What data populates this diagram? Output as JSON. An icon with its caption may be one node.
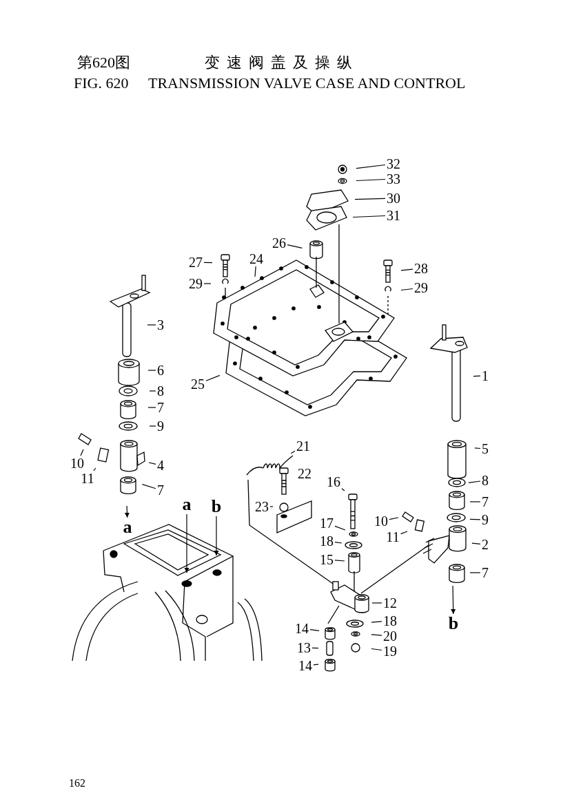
{
  "diagram": {
    "nodes": [
      {
        "text": [
          "32"
        ]
      },
      {
        "text": [
          "33"
        ]
      },
      {
        "text": [
          "30"
        ]
      },
      {
        "text": [
          "31"
        ]
      },
      {
        "text": [
          "26"
        ]
      },
      {
        "text": [
          "24"
        ]
      },
      {
        "text": [
          "27"
        ]
      },
      {
        "text": [
          "28"
        ]
      },
      {
        "text": [
          "29"
        ]
      },
      {
        "text": [
          "29"
        ]
      },
      {
        "text": [
          "3"
        ]
      },
      {
        "text": [
          "6"
        ]
      },
      {
        "text": [
          "8"
        ]
      },
      {
        "text": [
          "7"
        ]
      },
      {
        "text": [
          "1"
        ]
      },
      {
        "text": [
          "25"
        ]
      },
      {
        "text": [
          "9"
        ]
      },
      {
        "text": [
          "21"
        ]
      },
      {
        "text": [
          "5"
        ]
      },
      {
        "text": [
          "10"
        ]
      },
      {
        "text": [
          "4"
        ]
      },
      {
        "text": [
          "22"
        ]
      },
      {
        "text": [
          "11"
        ]
      },
      {
        "text": [
          "8"
        ]
      },
      {
        "text": [
          "16"
        ]
      },
      {
        "text": [
          "7"
        ]
      },
      {
        "text": [
          "7"
        ]
      },
      {
        "text": [
          "a"
        ]
      },
      {
        "text": [
          "b"
        ]
      },
      {
        "text": [
          "23"
        ]
      },
      {
        "text": [
          "9"
        ]
      },
      {
        "text": [
          "10"
        ]
      },
      {
        "text": [
          "17"
        ]
      },
      {
        "text": [
          "a"
        ]
      },
      {
        "text": [
          "11"
        ]
      },
      {
        "text": [
          "18"
        ]
      },
      {
        "text": [
          "2"
        ]
      },
      {
        "text": [
          "15"
        ]
      },
      {
        "text": [
          "7"
        ]
      },
      {
        "text": [
          "12"
        ]
      },
      {
        "text": [
          "b"
        ]
      },
      {
        "text": [
          "18"
        ]
      },
      {
        "text": [
          "14"
        ]
      },
      {
        "text": [
          "20"
        ]
      },
      {
        "text": [
          "13"
        ]
      },
      {
        "text": [
          "19"
        ]
      },
      {
        "text": [
          "14"
        ]
      }
    ],
    "edges": [
      {
        "from": 0,
        "to": null,
        "arrow": "none"
      },
      {
        "from": 1,
        "to": null,
        "arrow": "none"
      },
      {
        "from": 2,
        "to": null,
        "arrow": "none"
      },
      {
        "from": 3,
        "to": null,
        "arrow": "none"
      },
      {
        "from": 4,
        "to": null,
        "arrow": "none"
      },
      {
        "from": 5,
        "to": null,
        "arrow": "none"
      },
      {
        "from": 6,
        "to": null,
        "arrow": "none"
      },
      {
        "from": 7,
        "to": null,
        "arrow": "none"
      },
      {
        "from": 8,
        "to": null,
        "arrow": "none"
      },
      {
        "from": 9,
        "to": null,
        "arrow": "none"
      },
      {
        "from": 10,
        "to": null,
        "arrow": "none"
      },
      {
        "from": 11,
        "to": null,
        "arrow": "none"
      },
      {
        "from": 12,
        "to": null,
        "arrow": "none"
      },
      {
        "from": 13,
        "to": null,
        "arrow": "none"
      },
      {
        "from": 14,
        "to": null,
        "arrow": "none"
      },
      {
        "from": 15,
        "to": null,
        "arrow": "none"
      },
      {
        "from": 16,
        "to": null,
        "arrow": "none"
      },
      {
        "from": 17,
        "to": null,
        "arrow": "none"
      },
      {
        "from": 18,
        "to": null,
        "arrow": "none"
      },
      {
        "from": 19,
        "to": null,
        "arrow": "none"
      },
      {
        "from": 20,
        "to": null,
        "arrow": "none"
      },
      {
        "from": 21,
        "to": null,
        "arrow": "none"
      },
      {
        "from": 22,
        "to": null,
        "arrow": "none"
      },
      {
        "from": 23,
        "to": null,
        "arrow": "none"
      },
      {
        "from": 24,
        "to": null,
        "arrow": "none"
      },
      {
        "from": 25,
        "to": null,
        "arrow": "none"
      },
      {
        "from": 26,
        "to": null,
        "arrow": "none"
      },
      {
        "from": 27,
        "to": null,
        "arrow": "to"
      },
      {
        "from": 28,
        "to": null,
        "arrow": "to"
      },
      {
        "from": 29,
        "to": null,
        "arrow": "none"
      },
      {
        "from": 30,
        "to": null,
        "arrow": "none"
      },
      {
        "from": 31,
        "to": null,
        "arrow": "none"
      },
      {
        "from": 32,
        "to": null,
        "arrow": "none"
      },
      {
        "from": null,
        "to": 33,
        "arrow": "to"
      },
      {
        "from": 34,
        "to": null,
        "arrow": "none"
      },
      {
        "from": 35,
        "to": null,
        "arrow": "none"
      },
      {
        "from": 36,
        "to": null,
        "arrow": "none"
      },
      {
        "from": 37,
        "to": null,
        "arrow": "none"
      },
      {
        "from": 38,
        "to": null,
        "arrow": "none"
      },
      {
        "from": 39,
        "to": null,
        "arrow": "none"
      },
      {
        "from": null,
        "to": 40,
        "arrow": "to"
      },
      {
        "from": 41,
        "to": null,
        "arrow": "none"
      },
      {
        "from": 42,
        "to": null,
        "arrow": "none"
      },
      {
        "from": 43,
        "to": null,
        "arrow": "none"
      },
      {
        "from": 44,
        "to": null,
        "arrow": "none"
      },
      {
        "from": 45,
        "to": null,
        "arrow": "none"
      },
      {
        "from": 46,
        "to": null,
        "arrow": "none"
      }
    ],
    "labels": [
      "第620图",
      "变速阀盖及操纵",
      "FIG. 620",
      "TRANSMISSION VALVE CASE AND CONTROL",
      "162"
    ]
  }
}
